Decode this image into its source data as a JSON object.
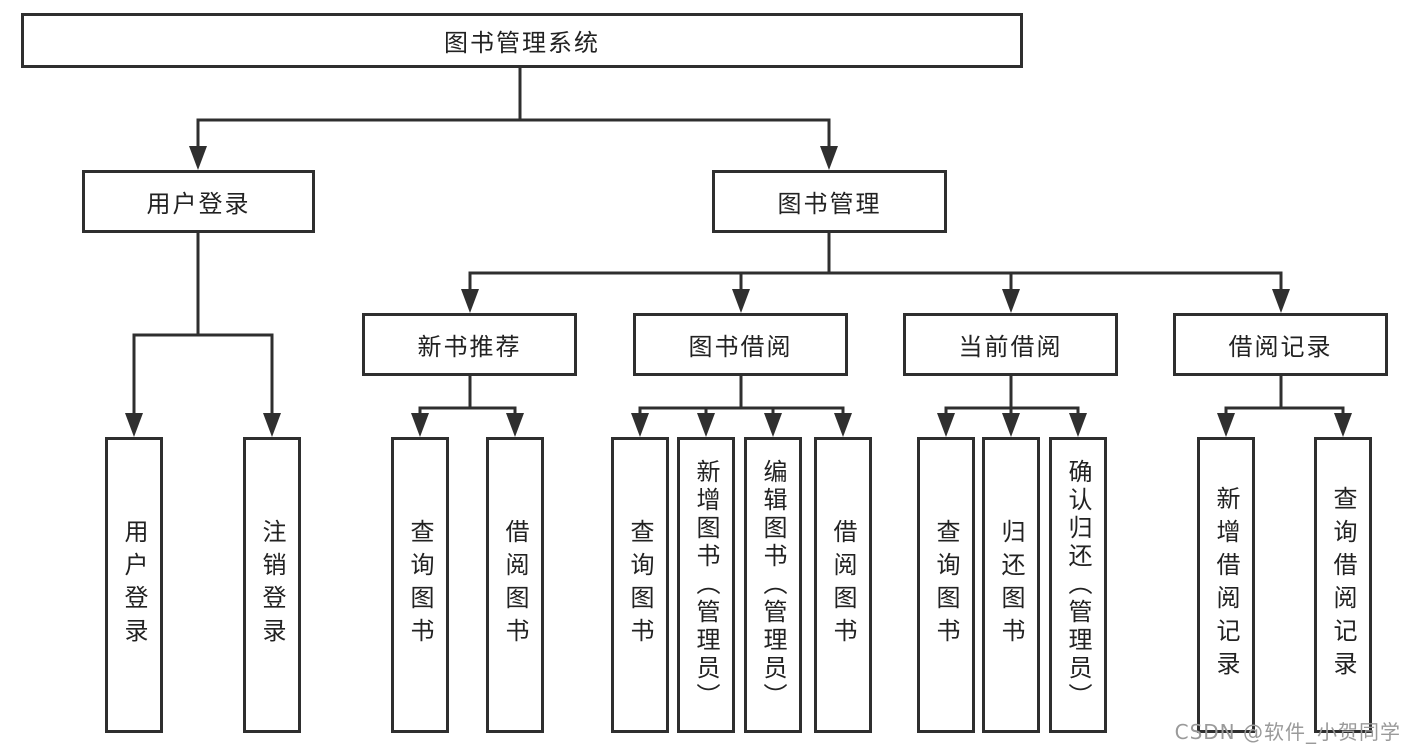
{
  "diagram": {
    "root": {
      "label": "图书管理系统"
    },
    "level2": {
      "user_login": "用户登录",
      "book_mgmt": "图书管理"
    },
    "level3": {
      "new_books": "新书推荐",
      "borrowing": "图书借阅",
      "current": "当前借阅",
      "records": "借阅记录"
    },
    "leaves": {
      "user_login": [
        "用户登录",
        "注销登录"
      ],
      "new_books": [
        "查询图书",
        "借阅图书"
      ],
      "borrowing": [
        "查询图书",
        "新增图书（管理员）",
        "编辑图书（管理员）",
        "借阅图书"
      ],
      "current": [
        "查询图书",
        "归还图书",
        "确认归还（管理员）"
      ],
      "records": [
        "新增借阅记录",
        "查询借阅记录"
      ]
    }
  },
  "watermark": "CSDN @软件_小贺同学",
  "colors": {
    "line": "#2f2f2f",
    "box_border": "#2f2f2f",
    "text": "#222222",
    "watermark": "#9a9a9a",
    "background": "#ffffff"
  }
}
